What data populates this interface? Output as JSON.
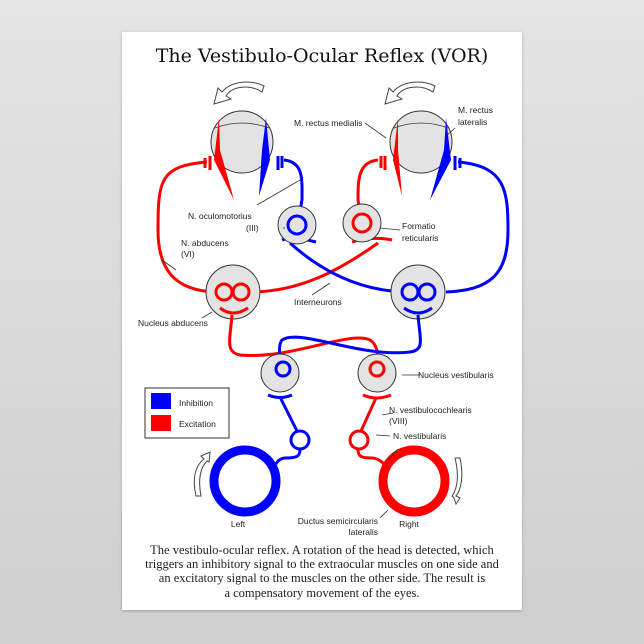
{
  "title": "The Vestibulo-Ocular Reflex (VOR)",
  "labels": {
    "rectus_medialis": "M. rectus medialis",
    "rectus_lateralis_1": "M. rectus",
    "rectus_lateralis_2": "lateralis",
    "oculomotorius_1": "N. oculomotorius",
    "oculomotorius_2": "(III)",
    "formatio_1": "Formatio",
    "formatio_2": "reticularis",
    "abducens_1": "N. abducens",
    "abducens_2": "(VI)",
    "nucleus_abducens": "Nucleus abducens",
    "interneurons": "Interneurons",
    "nucleus_vestibularis": "Nucleus vestibularis",
    "vestibulocochlearis_1": "N. vestibulocochlearis",
    "vestibulocochlearis_2": "(VIII)",
    "vestibularis": "N. vestibularis",
    "ductus_1": "Ductus semicircularis",
    "ductus_2": "lateralis",
    "left": "Left",
    "right": "Right"
  },
  "legend": [
    {
      "label": "Inhibition",
      "color": "#0000ff"
    },
    {
      "label": "Excitation",
      "color": "#ff0000"
    }
  ],
  "caption": [
    "The vestibulo-ocular reflex. A rotation of the head is detected, which",
    "triggers an inhibitory signal to the extraocular muscles on one side and",
    "an excitatory signal to the muscles on the other side. The result is",
    "a compensatory movement of the eyes."
  ],
  "colors": {
    "inhibition": "#0000ff",
    "excitation": "#ff0000",
    "nucleus": "#e3e3e3"
  }
}
